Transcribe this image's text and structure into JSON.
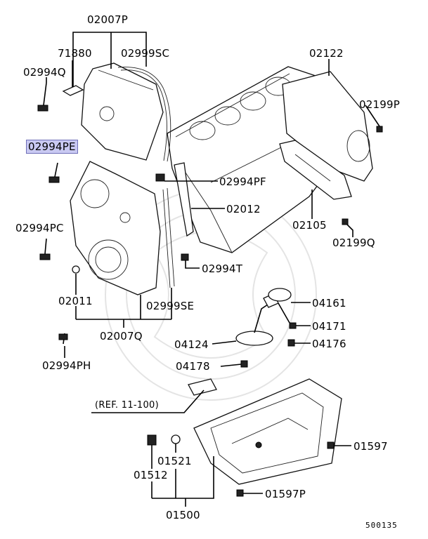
{
  "labels": {
    "p02007P": "02007P",
    "p71880": "71880",
    "p02999SC": "02999SC",
    "p02994Q": "02994Q",
    "p02994PE": "02994PE",
    "p02122": "02122",
    "p02199P": "02199P",
    "p02994PF": "02994PF",
    "p02012": "02012",
    "p02994PC": "02994PC",
    "p02105": "02105",
    "p02199Q": "02199Q",
    "p02994T": "02994T",
    "p02011": "02011",
    "p02999SE": "02999SE",
    "p04161": "04161",
    "p04171": "04171",
    "p02007Q": "02007Q",
    "p04124": "04124",
    "p04176": "04176",
    "p02994PH": "02994PH",
    "p04178": "04178",
    "ref": "(REF. 11-100)",
    "p01597": "01597",
    "p01521": "01521",
    "p01512": "01512",
    "p01597P": "01597P",
    "p01500": "01500"
  },
  "highlighted_part": "02994PE",
  "diagram_code": "500135",
  "colors": {
    "highlight": "#c9c9f2",
    "line": "#000000",
    "watermark": "#e4e4e4"
  }
}
